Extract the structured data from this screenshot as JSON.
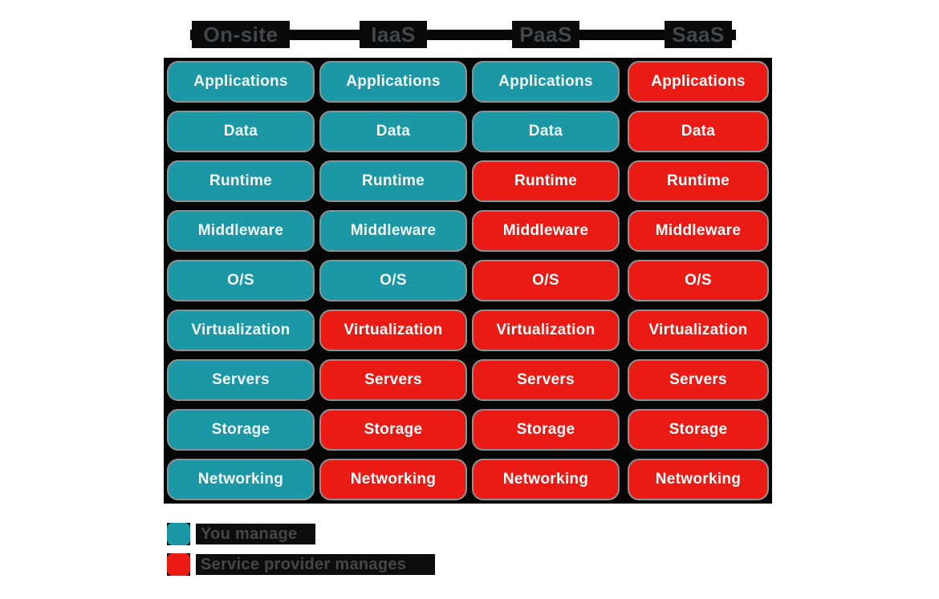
{
  "header": {
    "columns": [
      "On-site",
      "IaaS",
      "PaaS",
      "SaaS"
    ]
  },
  "grid": {
    "rows": [
      "Applications",
      "Data",
      "Runtime",
      "Middleware",
      "O/S",
      "Virtualization",
      "Servers",
      "Storage",
      "Networking"
    ],
    "columns": [
      {
        "label": "On-site",
        "cells": [
          {
            "label": "Applications",
            "owner": "you"
          },
          {
            "label": "Data",
            "owner": "you"
          },
          {
            "label": "Runtime",
            "owner": "you"
          },
          {
            "label": "Middleware",
            "owner": "you"
          },
          {
            "label": "O/S",
            "owner": "you"
          },
          {
            "label": "Virtualization",
            "owner": "you"
          },
          {
            "label": "Servers",
            "owner": "you"
          },
          {
            "label": "Storage",
            "owner": "you"
          },
          {
            "label": "Networking",
            "owner": "you"
          }
        ]
      },
      {
        "label": "IaaS",
        "cells": [
          {
            "label": "Applications",
            "owner": "you"
          },
          {
            "label": "Data",
            "owner": "you"
          },
          {
            "label": "Runtime",
            "owner": "you"
          },
          {
            "label": "Middleware",
            "owner": "you"
          },
          {
            "label": "O/S",
            "owner": "you"
          },
          {
            "label": "Virtualization",
            "owner": "provider"
          },
          {
            "label": "Servers",
            "owner": "provider"
          },
          {
            "label": "Storage",
            "owner": "provider"
          },
          {
            "label": "Networking",
            "owner": "provider"
          }
        ]
      },
      {
        "label": "PaaS",
        "cells": [
          {
            "label": "Applications",
            "owner": "you"
          },
          {
            "label": "Data",
            "owner": "you"
          },
          {
            "label": "Runtime",
            "owner": "provider"
          },
          {
            "label": "Middleware",
            "owner": "provider"
          },
          {
            "label": "O/S",
            "owner": "provider"
          },
          {
            "label": "Virtualization",
            "owner": "provider"
          },
          {
            "label": "Servers",
            "owner": "provider"
          },
          {
            "label": "Storage",
            "owner": "provider"
          },
          {
            "label": "Networking",
            "owner": "provider"
          }
        ]
      },
      {
        "label": "SaaS",
        "cells": [
          {
            "label": "Applications",
            "owner": "provider"
          },
          {
            "label": "Data",
            "owner": "provider"
          },
          {
            "label": "Runtime",
            "owner": "provider"
          },
          {
            "label": "Middleware",
            "owner": "provider"
          },
          {
            "label": "O/S",
            "owner": "provider"
          },
          {
            "label": "Virtualization",
            "owner": "provider"
          },
          {
            "label": "Servers",
            "owner": "provider"
          },
          {
            "label": "Storage",
            "owner": "provider"
          },
          {
            "label": "Networking",
            "owner": "provider"
          }
        ]
      }
    ]
  },
  "legend": [
    {
      "label": "You manage",
      "owner": "you",
      "color": "#1b97a5"
    },
    {
      "label": "Service provider manages",
      "owner": "provider",
      "color": "#e91b14"
    }
  ],
  "colors": {
    "you": "#1b97a5",
    "provider": "#e91b14",
    "backdrop": "#050505",
    "muted_text": "#43474b",
    "pill_text": "#ffffff"
  }
}
